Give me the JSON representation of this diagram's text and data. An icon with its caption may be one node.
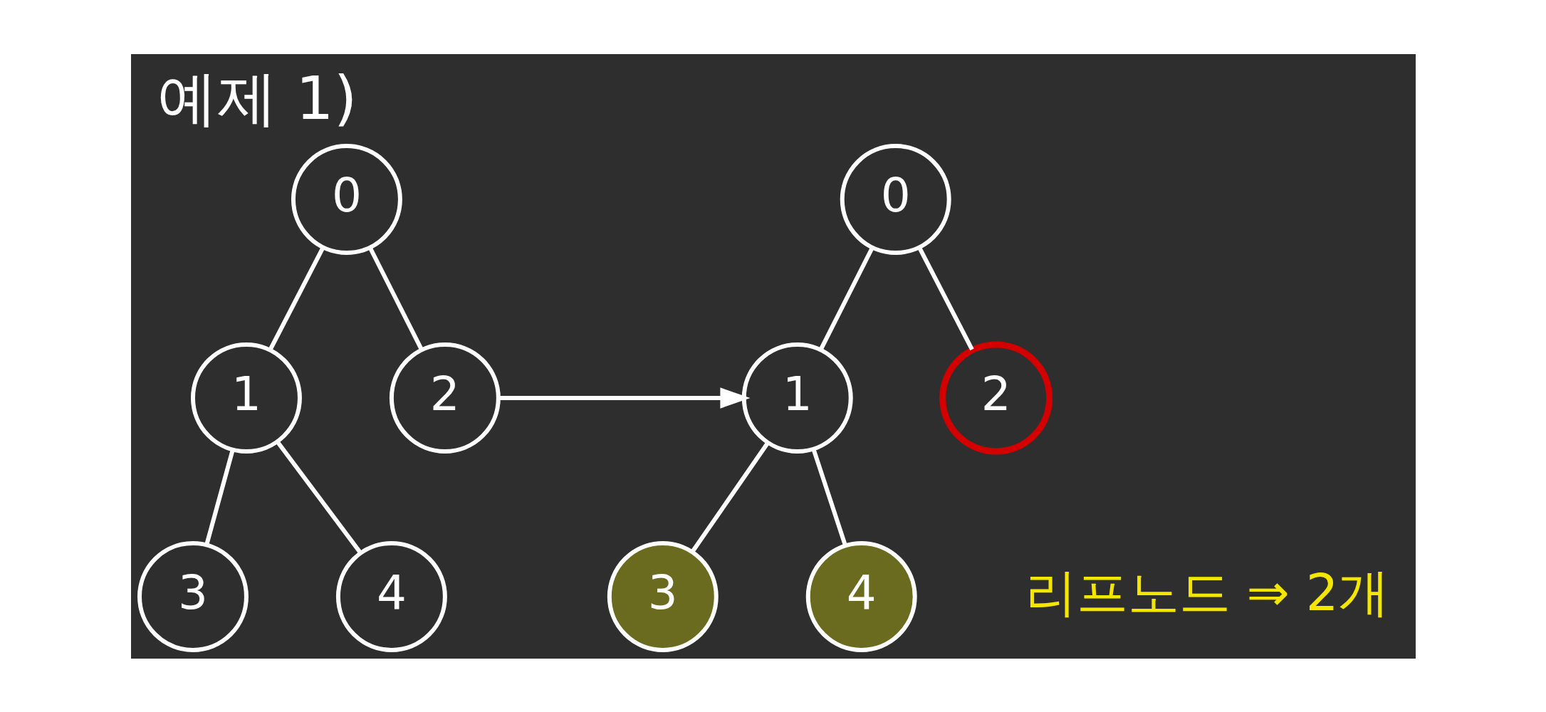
{
  "diagram": {
    "title": "예제 1)",
    "nodes": [
      {
        "text": [
          "0"
        ]
      },
      {
        "text": [
          "1"
        ]
      },
      {
        "text": [
          "2"
        ]
      },
      {
        "text": [
          "3"
        ]
      },
      {
        "text": [
          "4"
        ]
      },
      {
        "text": [
          "0"
        ]
      },
      {
        "text": [
          "1"
        ]
      },
      {
        "text": [
          "2"
        ]
      },
      {
        "text": [
          "3"
        ]
      },
      {
        "text": [
          "4"
        ]
      }
    ],
    "edges": [
      {
        "from": 0,
        "to": 1,
        "arrow": "none"
      },
      {
        "from": 0,
        "to": 2,
        "arrow": "none"
      },
      {
        "from": 1,
        "to": 3,
        "arrow": "none"
      },
      {
        "from": 1,
        "to": 4,
        "arrow": "none"
      },
      {
        "from": 2,
        "to": 6,
        "arrow": "to"
      },
      {
        "from": 5,
        "to": 6,
        "arrow": "none"
      },
      {
        "from": 5,
        "to": 7,
        "arrow": "none"
      },
      {
        "from": 6,
        "to": 8,
        "arrow": "none"
      },
      {
        "from": 6,
        "to": 9,
        "arrow": "none"
      }
    ],
    "labels": [
      "리프노드 ⇒ 2개"
    ]
  }
}
